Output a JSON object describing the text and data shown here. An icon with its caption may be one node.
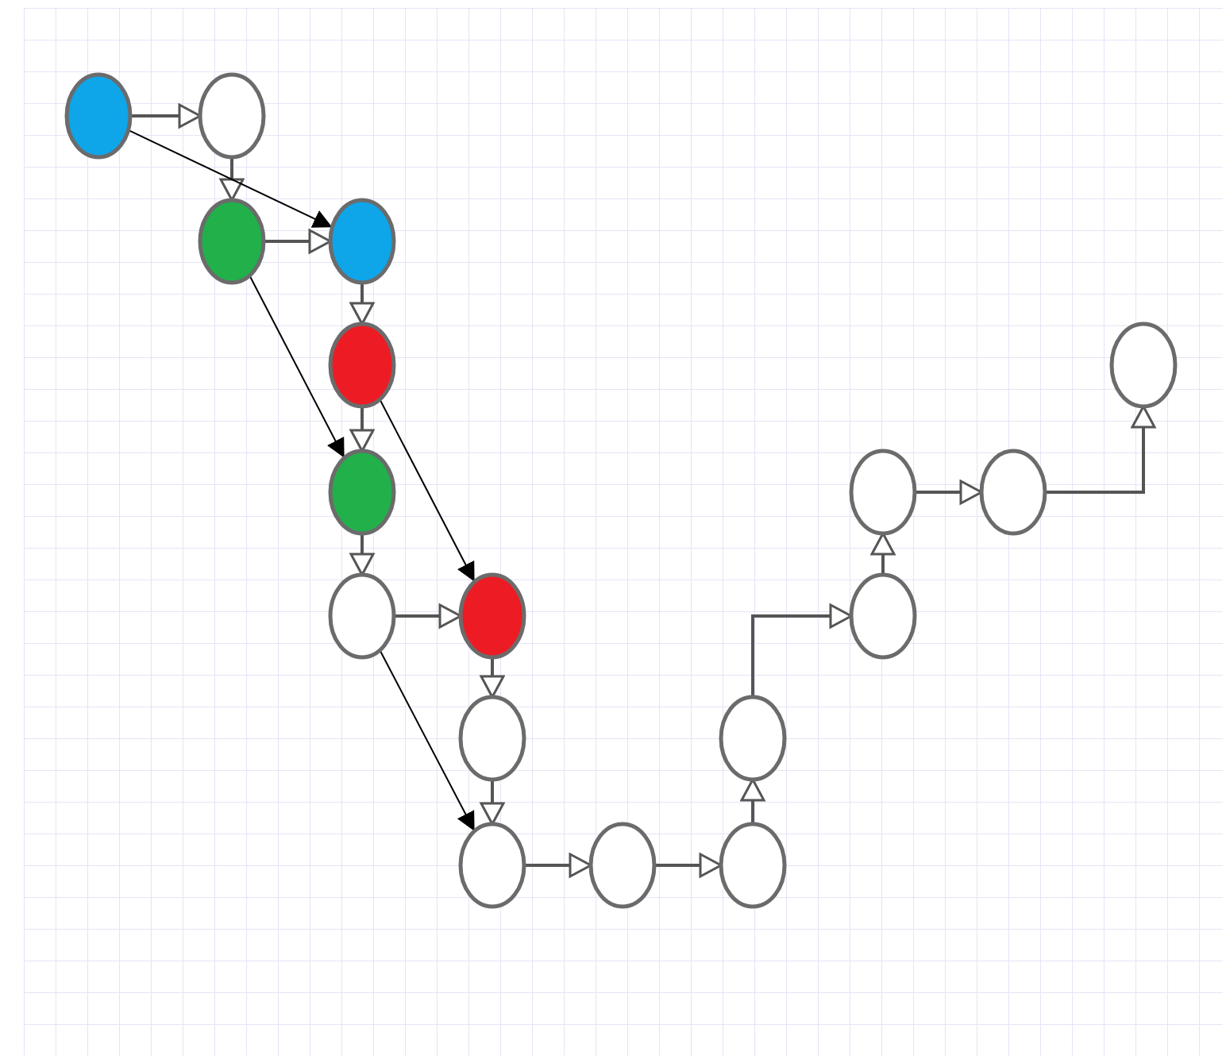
{
  "diagram": {
    "nodes": [
      {
        "text": [],
        "shape": "circle"
      },
      {
        "text": [],
        "shape": "circle"
      },
      {
        "text": [],
        "shape": "circle"
      },
      {
        "text": [],
        "shape": "circle"
      },
      {
        "text": [],
        "shape": "circle"
      },
      {
        "text": [],
        "shape": "circle"
      },
      {
        "text": [],
        "shape": "circle"
      },
      {
        "text": [],
        "shape": "circle"
      },
      {
        "text": [],
        "shape": "circle"
      },
      {
        "text": [],
        "shape": "circle"
      },
      {
        "text": [],
        "shape": "circle"
      },
      {
        "text": [],
        "shape": "circle"
      },
      {
        "text": [],
        "shape": "circle"
      },
      {
        "text": [],
        "shape": "circle"
      },
      {
        "text": [],
        "shape": "circle"
      },
      {
        "text": [],
        "shape": "circle"
      },
      {
        "text": [],
        "shape": "circle"
      }
    ],
    "edges": [
      {
        "from": 0,
        "to": 1,
        "arrow": "to"
      },
      {
        "from": 1,
        "to": 2,
        "arrow": "to"
      },
      {
        "from": 2,
        "to": 3,
        "arrow": "to"
      },
      {
        "from": 3,
        "to": 4,
        "arrow": "to"
      },
      {
        "from": 4,
        "to": 5,
        "arrow": "to"
      },
      {
        "from": 5,
        "to": 6,
        "arrow": "to"
      },
      {
        "from": 6,
        "to": 7,
        "arrow": "to"
      },
      {
        "from": 7,
        "to": 8,
        "arrow": "to"
      },
      {
        "from": 8,
        "to": 9,
        "arrow": "to"
      },
      {
        "from": 9,
        "to": 10,
        "arrow": "to"
      },
      {
        "from": 10,
        "to": 11,
        "arrow": "to"
      },
      {
        "from": 11,
        "to": 12,
        "arrow": "to"
      },
      {
        "from": 12,
        "to": 13,
        "arrow": "to"
      },
      {
        "from": 13,
        "to": 14,
        "arrow": "to"
      },
      {
        "from": 14,
        "to": 15,
        "arrow": "to"
      },
      {
        "from": 15,
        "to": 16,
        "arrow": "to"
      },
      {
        "from": 0,
        "to": 3,
        "arrow": "to",
        "color": "#000000"
      },
      {
        "from": 2,
        "to": 5,
        "arrow": "to",
        "color": "#000000"
      },
      {
        "from": 4,
        "to": 7,
        "arrow": "to",
        "color": "#000000"
      },
      {
        "from": 6,
        "to": 9,
        "arrow": "to",
        "color": "#000000"
      }
    ]
  }
}
